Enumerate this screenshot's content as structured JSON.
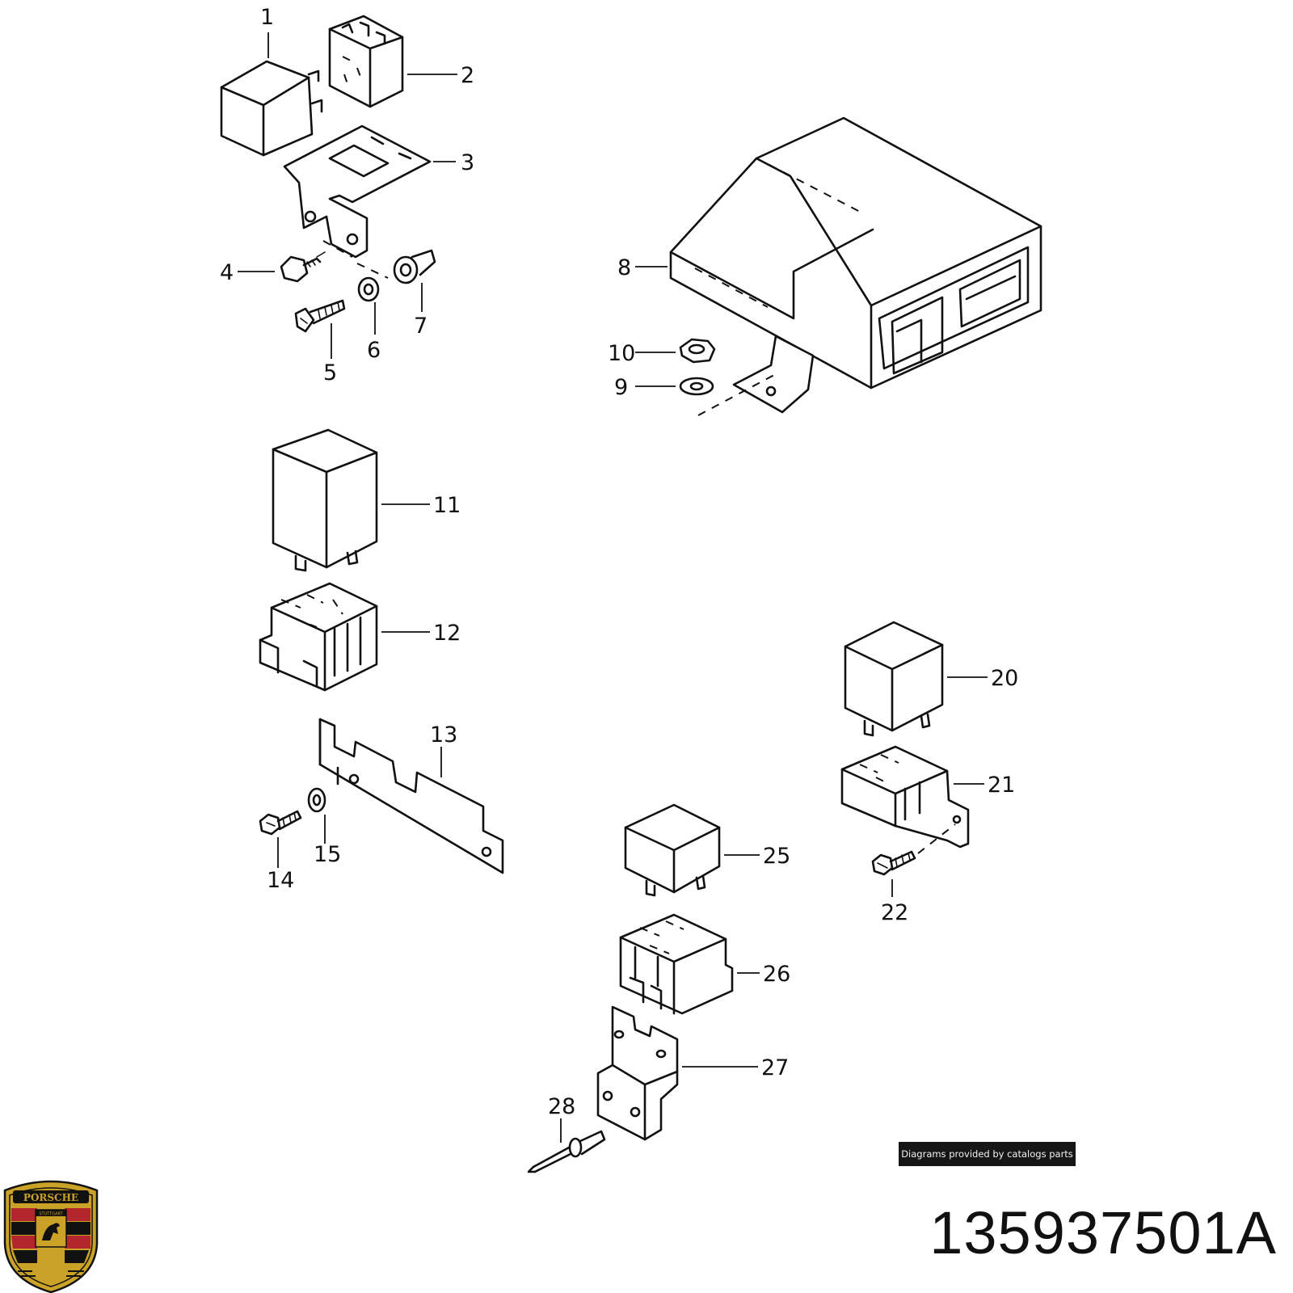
{
  "diagram": {
    "callouts": [
      {
        "id": "1",
        "label": "1"
      },
      {
        "id": "2",
        "label": "2"
      },
      {
        "id": "3",
        "label": "3"
      },
      {
        "id": "4",
        "label": "4"
      },
      {
        "id": "5",
        "label": "5"
      },
      {
        "id": "6",
        "label": "6"
      },
      {
        "id": "7",
        "label": "7"
      },
      {
        "id": "8",
        "label": "8"
      },
      {
        "id": "9",
        "label": "9"
      },
      {
        "id": "10",
        "label": "10"
      },
      {
        "id": "11",
        "label": "11"
      },
      {
        "id": "12",
        "label": "12"
      },
      {
        "id": "13",
        "label": "13"
      },
      {
        "id": "14",
        "label": "14"
      },
      {
        "id": "15",
        "label": "15"
      },
      {
        "id": "20",
        "label": "20"
      },
      {
        "id": "21",
        "label": "21"
      },
      {
        "id": "22",
        "label": "22"
      },
      {
        "id": "25",
        "label": "25"
      },
      {
        "id": "26",
        "label": "26"
      },
      {
        "id": "27",
        "label": "27"
      },
      {
        "id": "28",
        "label": "28"
      }
    ]
  },
  "credit": "Diagrams provided by catalogs parts",
  "part_number": "135937501A",
  "logo": {
    "brand_text": "PORSCHE",
    "city_text": "STUTTGART",
    "colors": {
      "gold": "#c9a227",
      "red": "#b3262d",
      "black": "#111111"
    }
  }
}
